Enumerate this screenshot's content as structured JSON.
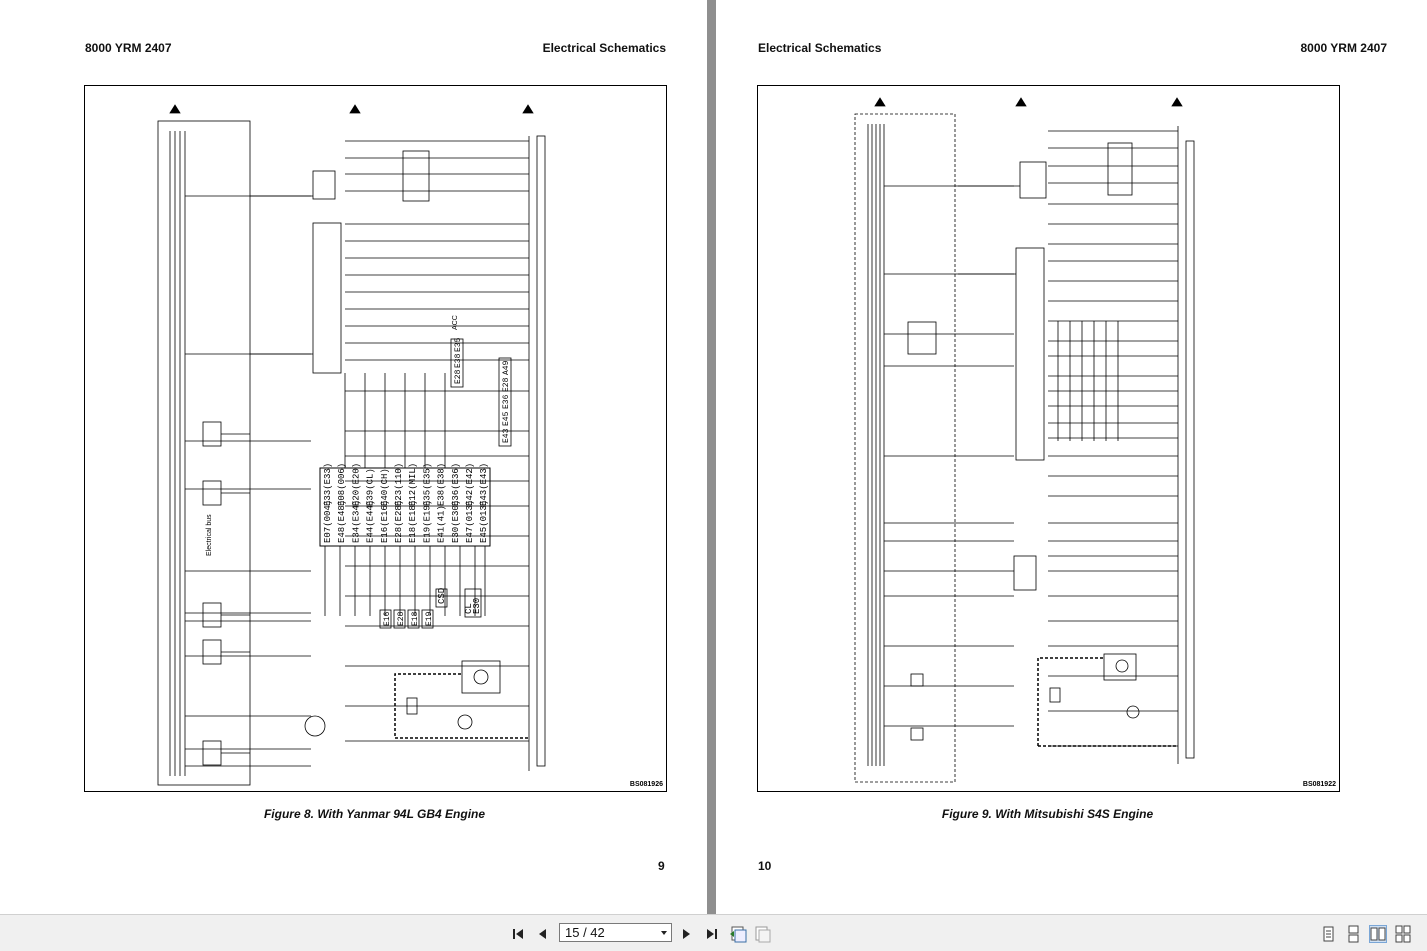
{
  "left_page": {
    "header_left": "8000 YRM 2407",
    "header_right": "Electrical Schematics",
    "drawing_number": "BS081926",
    "caption": "Figure 8. With Yanmar 94L GB4 Engine",
    "page_number": "9",
    "connector_column_1": [
      "E07(004)",
      "E48(E48)",
      "E34(E34)",
      "E44(E44)",
      "E16(E16)",
      "E28(E28)",
      "E18(E18)",
      "E19(E19)",
      "E41(41)",
      "E30(E30)",
      "E47(013)",
      "E45(013)"
    ],
    "connector_column_2": [
      "E33(E33)",
      "E08(006)",
      "E20(E20)",
      "E39(CL)",
      "E40(CH)",
      "E23(110)",
      "E12(MIL)",
      "E35(E35)",
      "E38(E38)",
      "E36(E36)",
      "E42(E42)",
      "E43(E43)"
    ],
    "acc_group": [
      "E28",
      "E38",
      "E35"
    ],
    "acc_label": "ACC",
    "a49_group": [
      "E43",
      "E45",
      "E36",
      "E28",
      "A49"
    ],
    "bottom_labels": [
      "E16",
      "E28",
      "E18",
      "E19"
    ],
    "csd_label": "CSD",
    "cl_label": "CL",
    "e30_label": "E30",
    "bus_label": "Electrical bus"
  },
  "right_page": {
    "header_left": "Electrical Schematics",
    "header_right": "8000 YRM 2407",
    "drawing_number": "BS081922",
    "caption": "Figure 9. With Mitsubishi S4S Engine",
    "page_number": "10"
  },
  "toolbar": {
    "page_indicator": "15 / 42"
  },
  "colors": {
    "viewer_background": "#8f8f8f",
    "toolbar_background": "#f0f0f0",
    "active_view": "#cfe0f3"
  },
  "icons": {
    "first": "first-page-icon",
    "prev": "previous-page-icon",
    "next": "next-page-icon",
    "last": "last-page-icon",
    "back_view": "previous-view-icon",
    "forward_view": "next-view-icon",
    "single": "single-page-view-icon",
    "continuous": "continuous-view-icon",
    "facing": "facing-pages-view-icon",
    "continuous_facing": "continuous-facing-view-icon"
  }
}
